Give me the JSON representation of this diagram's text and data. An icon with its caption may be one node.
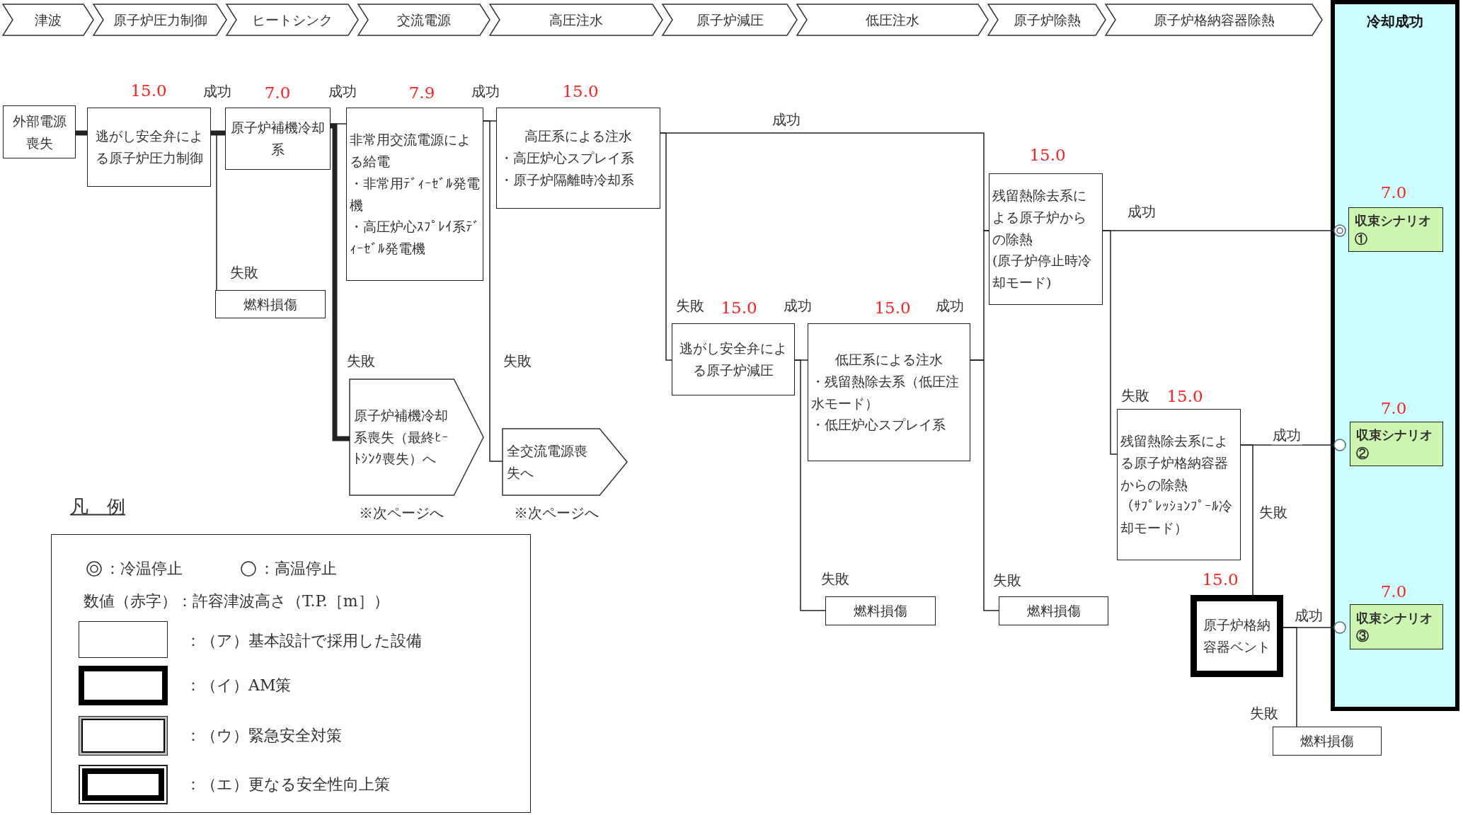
{
  "diagram": {
    "nodes": [
      {
        "text": [
          "津波"
        ]
      },
      {
        "text": [
          "原子炉圧力制御"
        ]
      },
      {
        "text": [
          "ヒートシンク"
        ]
      },
      {
        "text": [
          "交流電源"
        ]
      },
      {
        "text": [
          "高圧注水"
        ]
      },
      {
        "text": [
          "原子炉減圧"
        ]
      },
      {
        "text": [
          "低圧注水"
        ]
      },
      {
        "text": [
          "原子炉除熱"
        ]
      },
      {
        "text": [
          "原子炉格納容器除熱"
        ]
      },
      {
        "text": [
          "冷却成功"
        ]
      },
      {
        "text": [
          "外部電源喪失"
        ]
      },
      {
        "text": [
          "逃がし安全弁による原子炉圧力制御"
        ],
        "beside": [
          "15.0"
        ]
      },
      {
        "text": [
          "原子炉補機冷却系"
        ],
        "beside": [
          "7.0"
        ]
      },
      {
        "text": [
          "非常用交流電源による給電",
          "・非常用ﾃﾞｨｰｾﾞﾙ発電機",
          "・高圧炉心ｽﾌﾟﾚｲ系ﾃﾞｨｰｾﾞﾙ発電機"
        ],
        "beside": [
          "7.9"
        ]
      },
      {
        "text": [
          "高圧系による注水",
          "・高圧炉心スプレイ系",
          "・原子炉隔離時冷却系"
        ],
        "beside": [
          "15.0"
        ]
      },
      {
        "text": [
          "燃料損傷"
        ]
      },
      {
        "text": [
          "原子炉補機冷却系喪失（最終ﾋｰﾄｼﾝｸ喪失）へ"
        ],
        "beside": [
          "※次ページへ"
        ]
      },
      {
        "text": [
          "全交流電源喪失へ"
        ],
        "beside": [
          "※次ページへ"
        ]
      },
      {
        "text": [
          "逃がし安全弁による原子炉減圧"
        ],
        "beside": [
          "15.0"
        ]
      },
      {
        "text": [
          "低圧系による注水",
          "・残留熱除去系（低圧注水モード）",
          "・低圧炉心スプレイ系"
        ],
        "beside": [
          "15.0"
        ]
      },
      {
        "text": [
          "残留熱除去系による原子炉からの除熱",
          "(原子炉停止時冷却モード)"
        ],
        "beside": [
          "15.0"
        ]
      },
      {
        "text": [
          "燃料損傷"
        ]
      },
      {
        "text": [
          "燃料損傷"
        ]
      },
      {
        "text": [
          "残留熱除去系による原子炉格納容器からの除熱",
          "（ｻﾌﾟﾚｯｼｮﾝﾌﾟｰﾙ冷却モード）"
        ],
        "beside": [
          "15.0"
        ]
      },
      {
        "text": [
          "原子炉格納容器ベント"
        ],
        "beside": [
          "15.0"
        ]
      },
      {
        "text": [
          "燃料損傷"
        ]
      },
      {
        "text": [
          "収束シナリオ①"
        ],
        "beside": [
          "7.0"
        ],
        "in": 9
      },
      {
        "text": [
          "収束シナリオ②"
        ],
        "beside": [
          "7.0"
        ],
        "in": 9
      },
      {
        "text": [
          "収束シナリオ③"
        ],
        "beside": [
          "7.0"
        ],
        "in": 9
      },
      {
        "text": [],
        "shape": "bullseye",
        "in": 9
      },
      {
        "text": [],
        "shape": "circle",
        "in": 9
      },
      {
        "text": [],
        "shape": "circle",
        "in": 9
      }
    ],
    "edges": [
      {
        "from": 10,
        "to": 11,
        "arrow": "none",
        "style": "thick"
      },
      {
        "from": 11,
        "to": 12,
        "arrow": "none",
        "label": "成功",
        "style": "thick"
      },
      {
        "from": 11,
        "to": 15,
        "arrow": "none",
        "label": "失敗"
      },
      {
        "from": 12,
        "to": 13,
        "arrow": "none",
        "label": "成功"
      },
      {
        "from": 12,
        "to": 16,
        "arrow": "none",
        "label": "失敗",
        "style": "thick"
      },
      {
        "from": 13,
        "to": 14,
        "arrow": "none",
        "label": "成功"
      },
      {
        "from": 13,
        "to": 17,
        "arrow": "none",
        "label": "失敗"
      },
      {
        "from": 14,
        "to": 20,
        "arrow": "none",
        "label": "成功"
      },
      {
        "from": 14,
        "to": 18,
        "arrow": "none",
        "label": "失敗"
      },
      {
        "from": 18,
        "to": 19,
        "arrow": "none",
        "label": "成功"
      },
      {
        "from": 18,
        "to": 21,
        "arrow": "none",
        "label": "失敗"
      },
      {
        "from": 19,
        "to": 20,
        "arrow": "none",
        "label": "成功"
      },
      {
        "from": 19,
        "to": 22,
        "arrow": "none",
        "label": "失敗"
      },
      {
        "from": 20,
        "to": 29,
        "arrow": "none",
        "label": "成功"
      },
      {
        "from": 20,
        "to": 23,
        "arrow": "none",
        "label": "失敗"
      },
      {
        "from": 23,
        "to": 30,
        "arrow": "none",
        "label": "成功"
      },
      {
        "from": 23,
        "to": 24,
        "arrow": "none",
        "label": "失敗"
      },
      {
        "from": 24,
        "to": 31,
        "arrow": "none",
        "label": "成功"
      },
      {
        "from": 24,
        "to": 25,
        "arrow": "none",
        "label": "失敗"
      }
    ],
    "labels": [
      "凡　例",
      "数値（赤字）：許容津波高さ（T.P.［m］）"
    ],
    "legend": [
      {
        "text": "：冷温停止"
      },
      {
        "text": "：高温停止"
      },
      {
        "text": "：（ア）基本設計で採用した設備"
      },
      {
        "text": "：（イ）AM策"
      },
      {
        "text": "：（ウ）緊急安全対策"
      },
      {
        "text": "：（エ）更なる安全性向上策"
      }
    ]
  }
}
